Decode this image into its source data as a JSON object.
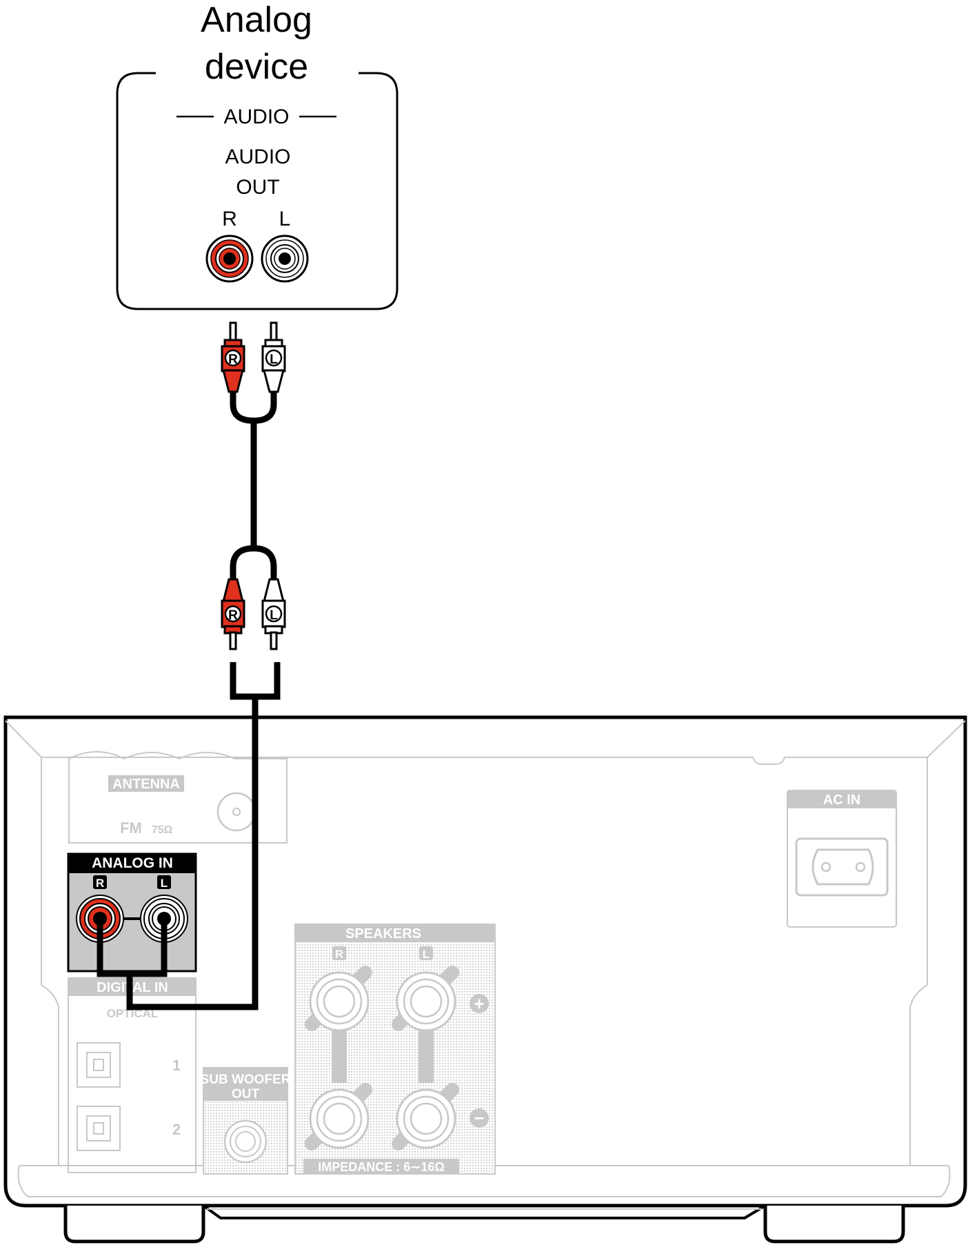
{
  "device": {
    "title_line1": "Analog",
    "title_line2": "device",
    "section_label": "AUDIO",
    "output_line1": "AUDIO",
    "output_line2": "OUT",
    "jack_r": "R",
    "jack_l": "L"
  },
  "plugs": {
    "r_mark": "R",
    "l_mark": "L"
  },
  "receiver": {
    "antenna_label": "ANTENNA",
    "fm_label": "FM",
    "fm_impedance": "75Ω",
    "analog_in_label": "ANALOG IN",
    "analog_r_mark": "R",
    "analog_l_mark": "L",
    "digital_in_label": "DIGITAL IN",
    "optical_label": "OPTICAL",
    "optical_1": "1",
    "optical_2": "2",
    "subwoofer_line1": "SUB WOOFER",
    "subwoofer_line2": "OUT",
    "speakers_label": "SPEAKERS",
    "speakers_r": "R",
    "speakers_l": "L",
    "plus_sign": "+",
    "minus_sign": "−",
    "impedance_label": "IMPEDANCE : 6∼16Ω",
    "ac_in_label": "AC IN"
  },
  "colors": {
    "red": "#e0301e",
    "black": "#000000",
    "gray_line": "#c8c8c8",
    "gray_fill": "#c8c8c8",
    "dots": "#d6d6d6"
  }
}
